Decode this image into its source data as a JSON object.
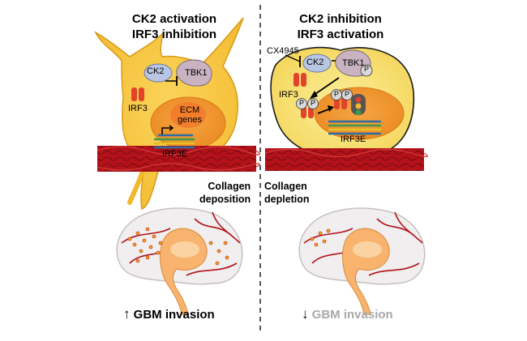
{
  "left_panel": {
    "title_line1": "CK2 activation",
    "title_line2": "IRF3 inhibition",
    "ck2_label": "CK2",
    "tbk1_label": "TBK1",
    "irf3_label": "IRF3",
    "ecm_label_line1": "ECM",
    "ecm_label_line2": "genes",
    "irf3e_label": "IRF3E",
    "collagen_label_line1": "Collagen",
    "collagen_label_line2": "deposition",
    "outcome_label": "GBM invasion",
    "outcome_arrow": "↑"
  },
  "right_panel": {
    "title_line1": "CK2 inhibition",
    "title_line2": "IRF3 activation",
    "inhibitor_label": "CX4945",
    "ck2_label": "CK2",
    "tbk1_label": "TBK1",
    "irf3_label": "IRF3",
    "phospho_label": "P",
    "irf3e_label": "IRF3E",
    "collagen_label_line1": "Collagen",
    "collagen_label_line2": "depletion",
    "outcome_label": "GBM invasion",
    "outcome_arrow": "↓"
  },
  "colors": {
    "cell_yellow": "#f7c531",
    "nucleus_orange": "#f09a2a",
    "collagen_red": "#b3121a",
    "ck2_blue": "#b9c6e3",
    "tbk1_mauve": "#c9b3c2",
    "irf3_red": "#e2432b",
    "outcome_faded": "#a9a9a9"
  }
}
